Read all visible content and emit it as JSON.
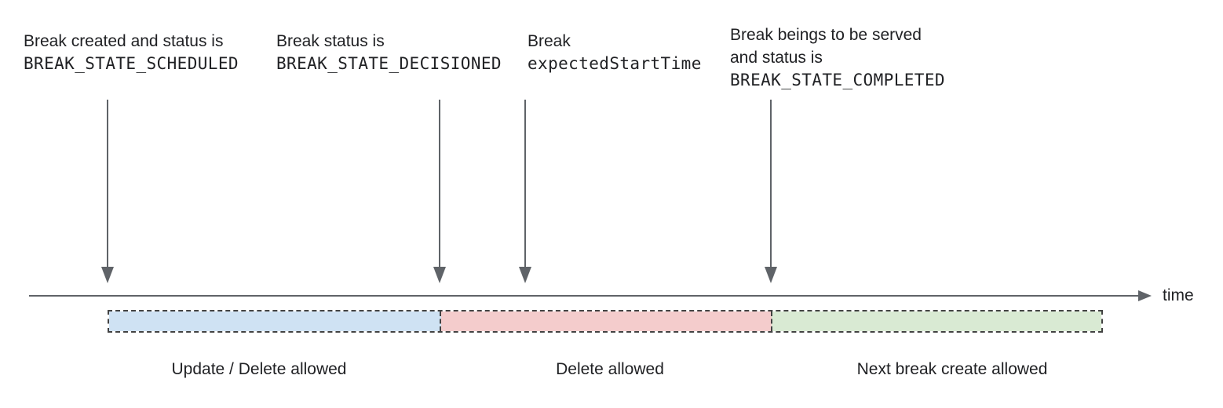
{
  "diagram": {
    "annotations": [
      {
        "line1": "Break created and status is",
        "code": "BREAK_STATE_SCHEDULED"
      },
      {
        "line1": "Break status is",
        "code": "BREAK_STATE_DECISIONED"
      },
      {
        "line1": "Break",
        "code": "expectedStartTime"
      },
      {
        "line1": "Break beings to be served",
        "line2": "and status is",
        "code": "BREAK_STATE_COMPLETED"
      }
    ],
    "axis": {
      "label": "time"
    },
    "segments": [
      {
        "label": "Update / Delete allowed",
        "color": "#cfe2f3"
      },
      {
        "label": "Delete allowed",
        "color": "#f4cccc"
      },
      {
        "label": "Next break create allowed",
        "color": "#d9ead3"
      }
    ],
    "colors": {
      "arrow": "#5f6368",
      "bar_border": "#434343",
      "text": "#202124"
    }
  }
}
